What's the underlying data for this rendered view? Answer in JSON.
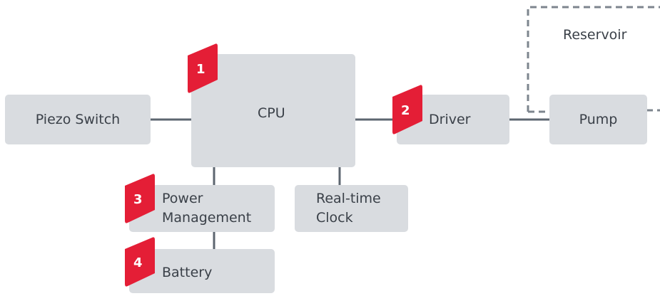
{
  "nodes": {
    "piezo_switch": "Piezo Switch",
    "cpu": "CPU",
    "driver": "Driver",
    "pump": "Pump",
    "reservoir": "Reservoir",
    "power_management": "Power\nManagement",
    "realtime_clock": "Real-time\nClock",
    "battery": "Battery"
  },
  "badges": {
    "cpu": "1",
    "driver": "2",
    "power_management": "3",
    "battery": "4"
  },
  "colors": {
    "node_fill": "#d9dce0",
    "connector": "#5d6670",
    "reservoir_border": "#7d858e",
    "badge_fill": "#e41e36",
    "text": "#3a4048"
  }
}
